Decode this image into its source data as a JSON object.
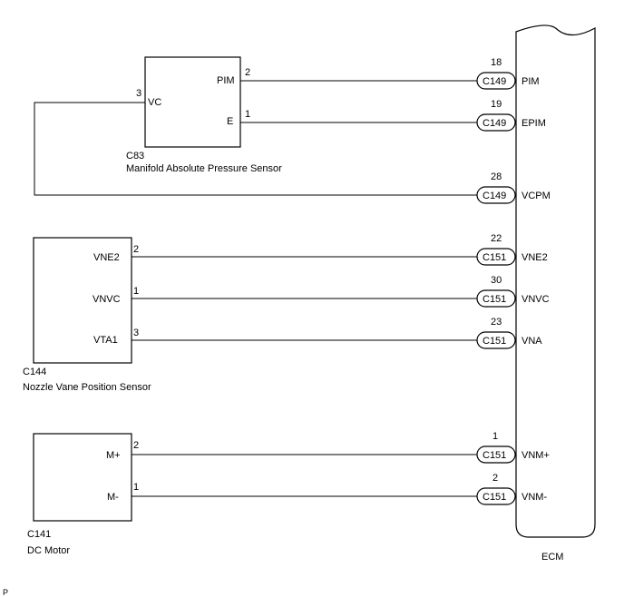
{
  "ecm": {
    "label": "ECM"
  },
  "components": {
    "map_sensor": {
      "code": "C83",
      "name": "Manifold Absolute Pressure Sensor",
      "pins": [
        {
          "label": "PIM",
          "num": "2"
        },
        {
          "label": "E",
          "num": "1"
        },
        {
          "label": "VC",
          "num": "3"
        }
      ]
    },
    "nozzle_sensor": {
      "code": "C144",
      "name": "Nozzle Vane Position Sensor",
      "pins": [
        {
          "label": "VNE2",
          "num": "2"
        },
        {
          "label": "VNVC",
          "num": "1"
        },
        {
          "label": "VTA1",
          "num": "3"
        }
      ]
    },
    "dc_motor": {
      "code": "C141",
      "name": "DC Motor",
      "pins": [
        {
          "label": "M+",
          "num": "2"
        },
        {
          "label": "M-",
          "num": "1"
        }
      ]
    }
  },
  "ecm_terminals": [
    {
      "pin": "18",
      "connector": "C149",
      "signal": "PIM"
    },
    {
      "pin": "19",
      "connector": "C149",
      "signal": "EPIM"
    },
    {
      "pin": "28",
      "connector": "C149",
      "signal": "VCPM"
    },
    {
      "pin": "22",
      "connector": "C151",
      "signal": "VNE2"
    },
    {
      "pin": "30",
      "connector": "C151",
      "signal": "VNVC"
    },
    {
      "pin": "23",
      "connector": "C151",
      "signal": "VNA"
    },
    {
      "pin": "1",
      "connector": "C151",
      "signal": "VNM+"
    },
    {
      "pin": "2",
      "connector": "C151",
      "signal": "VNM-"
    }
  ],
  "footer_mark": "P"
}
